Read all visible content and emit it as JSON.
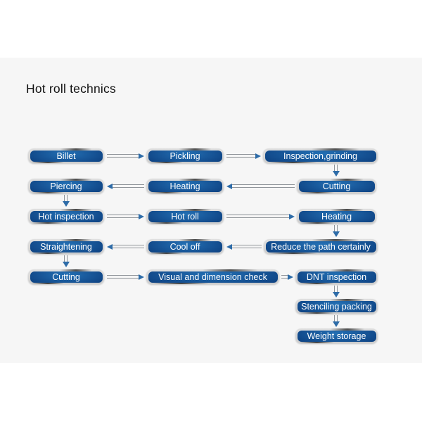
{
  "title": "Hot roll technics",
  "colors": {
    "panel_background": "#f6f6f6",
    "node_fill_dark": "#0a2f63",
    "node_fill_light": "#2470b4",
    "node_frame": "#d6d6d6",
    "arrow_line": "#8f9499",
    "arrow_head": "#2e6ca8",
    "node_text": "#ffffff",
    "title_text": "#111111"
  },
  "flowchart": {
    "nodes": [
      {
        "label": "Billet"
      },
      {
        "label": "Pickling"
      },
      {
        "label": "Inspection,grinding"
      },
      {
        "label": "Piercing"
      },
      {
        "label": "Heating"
      },
      {
        "label": "Cutting"
      },
      {
        "label": "Hot inspection"
      },
      {
        "label": "Hot roll"
      },
      {
        "label": "Heating"
      },
      {
        "label": "Straightening"
      },
      {
        "label": "Cool off"
      },
      {
        "label": "Reduce the path certainly"
      },
      {
        "label": "Cutting"
      },
      {
        "label": "Visual and dimension check"
      },
      {
        "label": "DNT inspection"
      },
      {
        "label": "Stenciling packing"
      },
      {
        "label": "Weight storage"
      }
    ],
    "edges": [
      "Billet -> Pickling",
      "Pickling -> Inspection,grinding",
      "Inspection,grinding -> Cutting",
      "Cutting -> Heating",
      "Heating -> Piercing",
      "Piercing -> Hot inspection",
      "Hot inspection -> Hot roll",
      "Hot roll -> Heating",
      "Heating -> Reduce the path certainly",
      "Reduce the path certainly -> Cool off",
      "Cool off -> Straightening",
      "Straightening -> Cutting",
      "Cutting -> Visual and dimension check",
      "Visual and dimension check -> DNT inspection",
      "DNT inspection -> Stenciling packing",
      "Stenciling packing -> Weight storage"
    ]
  }
}
